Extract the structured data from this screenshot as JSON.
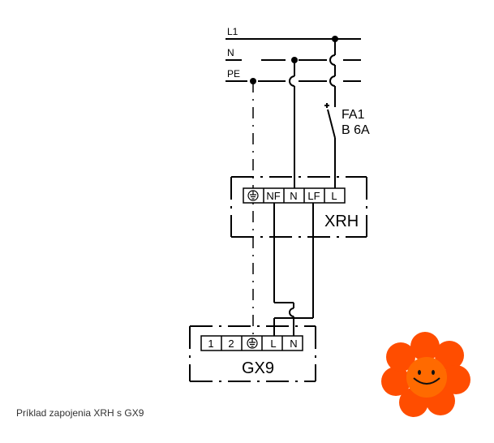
{
  "lines": {
    "l1": "L1",
    "n": "N",
    "pe": "PE"
  },
  "breaker": {
    "name": "FA1",
    "rating": "B 6A"
  },
  "xrh": {
    "name": "XRH",
    "terminals": [
      "NF",
      "N",
      "LF",
      "L"
    ]
  },
  "gx9": {
    "name": "GX9",
    "terminals": [
      "1",
      "2",
      "L",
      "N"
    ]
  },
  "caption": "Príklad zapojenia XRH s GX9",
  "colors": {
    "ink": "#000000",
    "flower_petals": "#ff4d00",
    "flower_center": "#ff6a00",
    "caption_text": "#333333"
  },
  "icons": {
    "earth": "ground-symbol-icon",
    "mascot": "smiley-flower-icon"
  }
}
